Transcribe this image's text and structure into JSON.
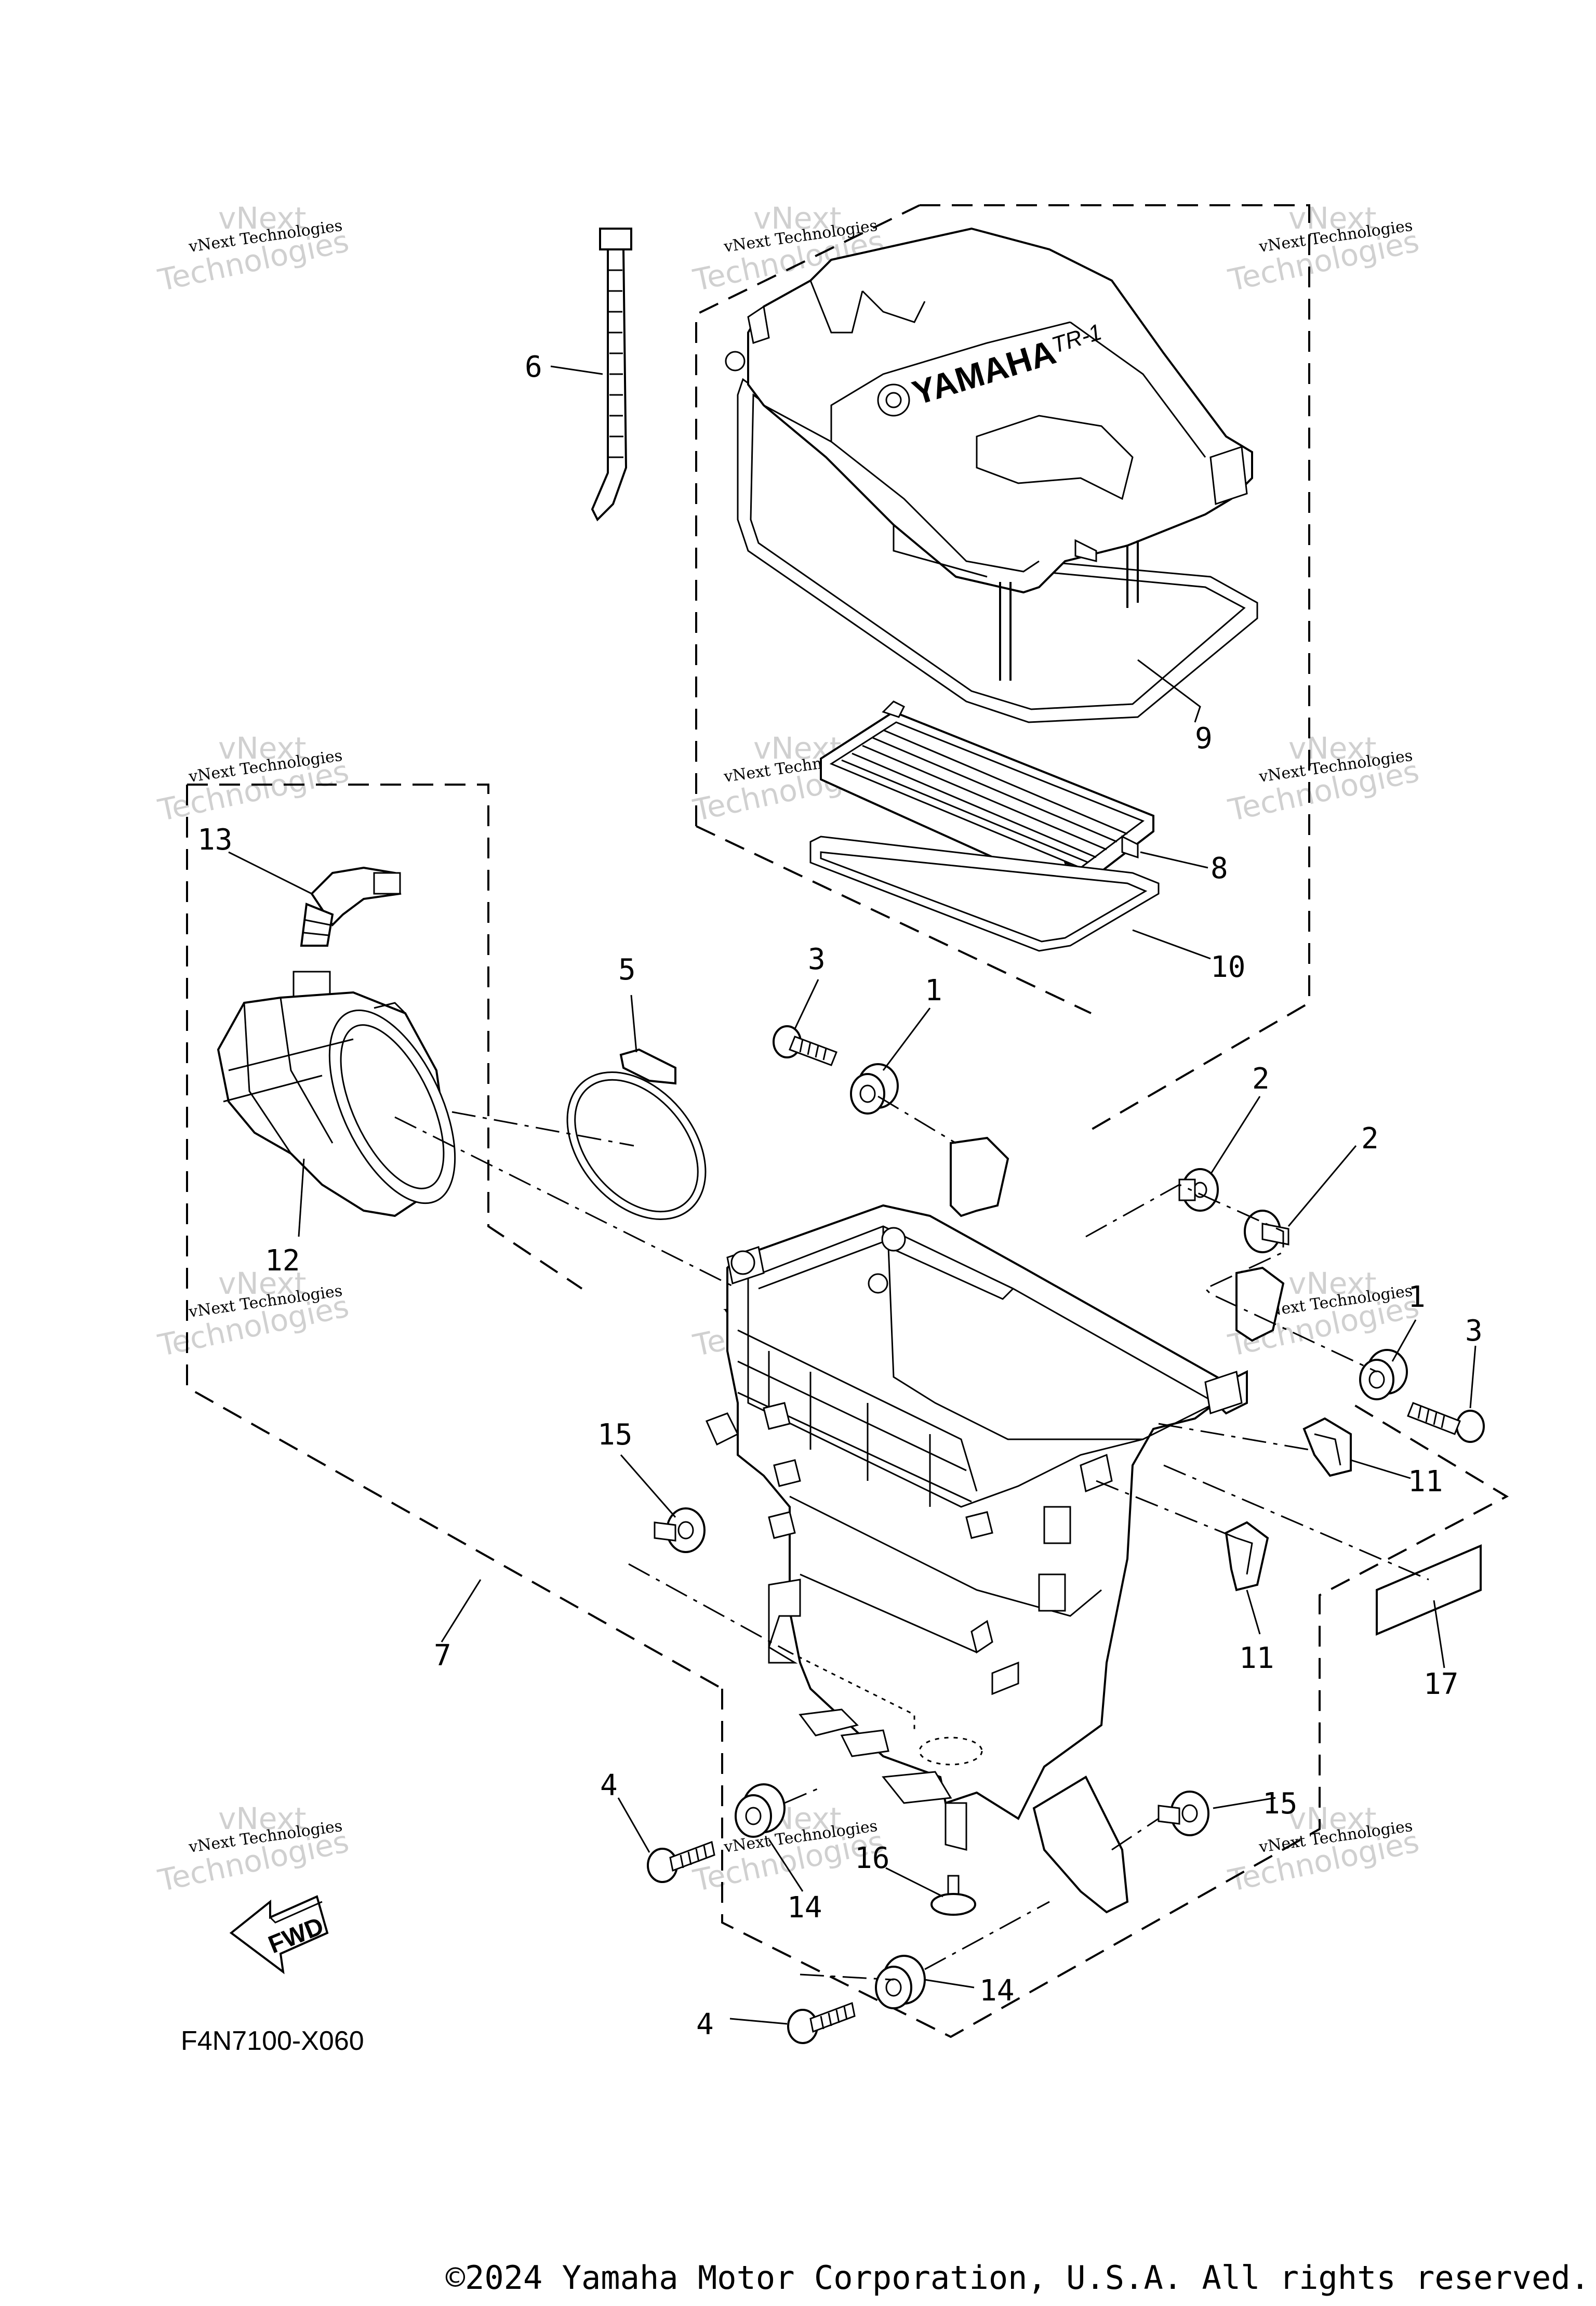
{
  "diagram": {
    "code": "F4N7100-X060",
    "brand": "YAMAHA",
    "model_mark": "TR-1",
    "fwd": "FWD",
    "watermark": {
      "line1": "vNext Technologies",
      "line2": "vNext",
      "line3": "Technologies"
    },
    "callouts": {
      "c1a": "1",
      "c1b": "1",
      "c2a": "2",
      "c2b": "2",
      "c3a": "3",
      "c3b": "3",
      "c4a": "4",
      "c4b": "4",
      "c5": "5",
      "c6": "6",
      "c7": "7",
      "c8": "8",
      "c9": "9",
      "c10": "10",
      "c11a": "11",
      "c11b": "11",
      "c12": "12",
      "c13": "13",
      "c14a": "14",
      "c14b": "14",
      "c15a": "15",
      "c15b": "15",
      "c16": "16",
      "c17": "17"
    }
  },
  "footer": {
    "copyright": "©2024 Yamaha Motor Corporation, U.S.A. All rights reserved."
  }
}
